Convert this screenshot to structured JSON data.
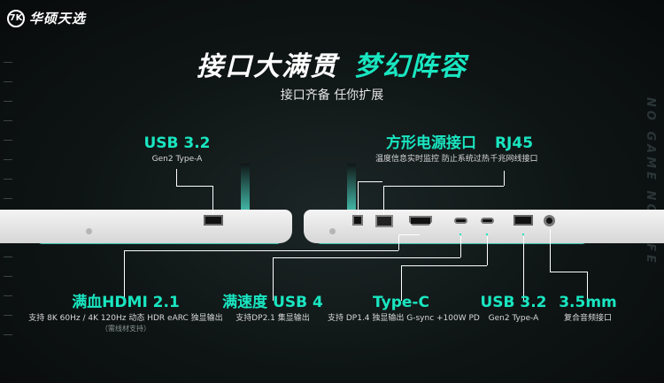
{
  "brand": {
    "badge": "7K",
    "name": "华硕天选"
  },
  "title": {
    "main": "接口大满贯",
    "accent": "梦幻阵容"
  },
  "subtitle": "接口齐备 任你扩展",
  "side_text": "NO GAME NO LIFE",
  "ports": {
    "usb32_top": {
      "title": "USB 3.2",
      "desc": "Gen2 Type-A"
    },
    "dc": {
      "title": "方形电源接口",
      "desc": "温度信息实时监控 防止系统过热"
    },
    "rj45": {
      "title": "RJ45",
      "desc": "千兆网线接口"
    },
    "hdmi": {
      "title": "满血HDMI 2.1",
      "desc": "支持 8K 60Hz / 4K 120Hz  动态 HDR eARC 独显输出",
      "note": "（需线材支持）"
    },
    "usb4": {
      "title": "满速度 USB 4",
      "desc": "支持DP2.1 集显输出"
    },
    "typec": {
      "title": "Type-C",
      "desc": "支持 DP1.4 独显输出 G-sync +100W PD"
    },
    "usb32_bottom": {
      "title": "USB 3.2",
      "desc": "Gen2 Type-A"
    },
    "audio": {
      "title": "3.5mm",
      "desc": "复合音频接口"
    }
  },
  "colors": {
    "accent": "#19e6c1",
    "background": "#0e1414"
  }
}
